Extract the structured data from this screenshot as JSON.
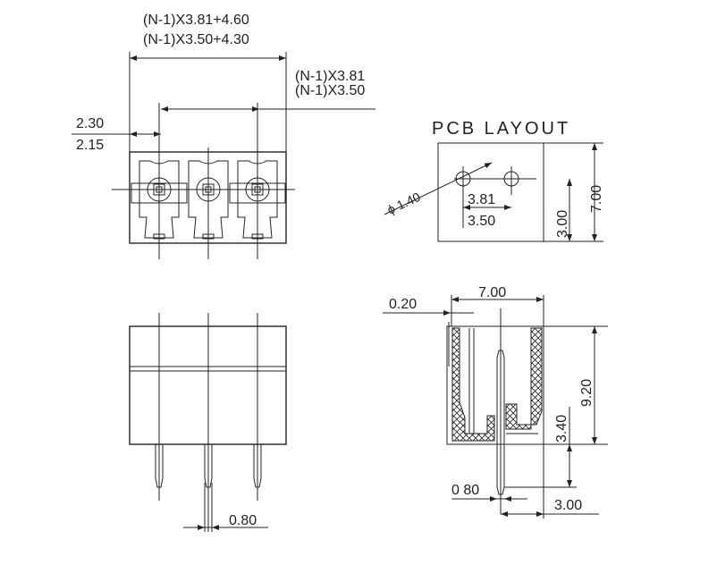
{
  "top_view": {
    "overall_width_381": "(N-1)X3.81+4.60",
    "overall_width_350": "(N-1)X3.50+4.30",
    "pitch_381": "(N-1)X3.81",
    "pitch_350": "(N-1)X3.50",
    "edge_offset_a": "2.30",
    "edge_offset_b": "2.15"
  },
  "pcb_layout": {
    "title": "PCB LAYOUT",
    "hole_diameter": "ϕ 1.40",
    "pitch_a": "3.81",
    "pitch_b": "3.50",
    "hole_offset": "3.00",
    "depth": "7.00"
  },
  "front_view": {
    "pin_width": "0.80"
  },
  "side_view": {
    "wall_gap": "0.20",
    "width": "7.00",
    "height": "9.20",
    "pin_offset_height": "3.40",
    "pin_width": "0 80",
    "pin_position": "3.00"
  },
  "colors": {
    "ink": "#222222",
    "background": "#ffffff"
  }
}
